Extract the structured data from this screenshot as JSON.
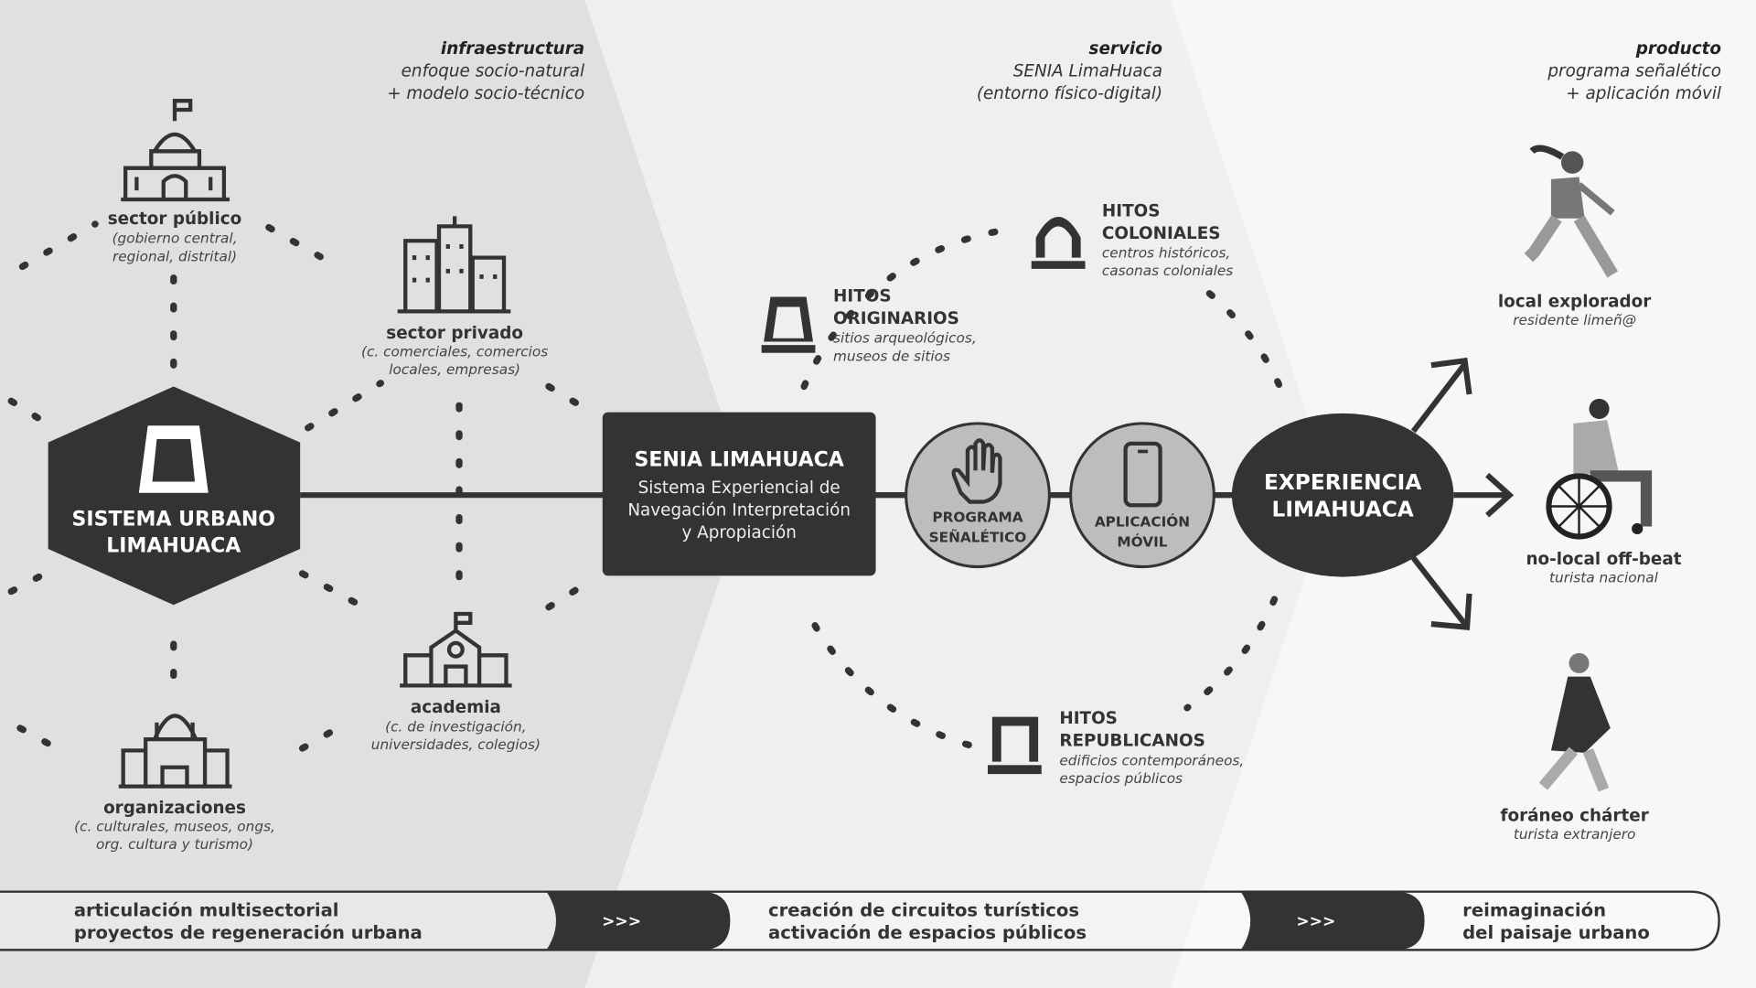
{
  "columns": [
    {
      "title": "infraestructura",
      "lines": [
        "enfoque socio-natural",
        "+ modelo socio-técnico"
      ]
    },
    {
      "title": "servicio",
      "lines": [
        "SENIA LimaHuaca",
        "(entorno físico-digital)"
      ]
    },
    {
      "title": "producto",
      "lines": [
        "programa señalético",
        "+ aplicación móvil"
      ]
    }
  ],
  "actors": [
    {
      "name": "sector público",
      "desc": [
        "(gobierno central,",
        "regional, distrital)"
      ]
    },
    {
      "name": "sector privado",
      "desc": [
        "(c. comerciales, comercios",
        "locales, empresas)"
      ]
    },
    {
      "name": "academia",
      "desc": [
        "(c. de investigación,",
        "universidades, colegios)"
      ]
    },
    {
      "name": "organizaciones",
      "desc": [
        "(c. culturales, museos, ongs,",
        "org. cultura y turismo)"
      ]
    }
  ],
  "hub": {
    "lines": [
      "SISTEMA URBANO",
      "LIMAHUACA"
    ]
  },
  "senia": {
    "title": "SENIA LIMAHUACA",
    "lines": [
      "Sistema Experiencial de",
      "Navegación Interpretación",
      "y Apropiación"
    ]
  },
  "nodes": [
    {
      "lines": [
        "PROGRAMA",
        "SEÑALÉTICO"
      ]
    },
    {
      "lines": [
        "APLICACIÓN",
        "MÓVIL"
      ]
    }
  ],
  "experience": {
    "lines": [
      "EXPERIENCIA",
      "LIMAHUACA"
    ]
  },
  "landmarks": [
    {
      "title": [
        "HITOS",
        "ORIGINARIOS"
      ],
      "desc": [
        "sitios arqueológicos,",
        "museos de sitios"
      ]
    },
    {
      "title": [
        "HITOS",
        "COLONIALES"
      ],
      "desc": [
        "centros históricos,",
        "casonas coloniales"
      ]
    },
    {
      "title": [
        "HITOS",
        "REPUBLICANOS"
      ],
      "desc": [
        "edificios contemporáneos,",
        "espacios públicos"
      ]
    }
  ],
  "users": [
    {
      "name": "local explorador",
      "desc": "residente limeñ@"
    },
    {
      "name": "no-local off-beat",
      "desc": "turista nacional"
    },
    {
      "name": "foráneo chárter",
      "desc": "turista extranjero"
    }
  ],
  "bottom_bar": {
    "segments": [
      {
        "lines": [
          "articulación multisectorial",
          "proyectos de regeneración urbana"
        ]
      },
      {
        "lines": [
          "creación de circuitos turísticos",
          "activación de espacios públicos"
        ]
      },
      {
        "lines": [
          "reimaginación",
          "del paisaje urbano"
        ]
      }
    ],
    "separator": ">>>"
  },
  "colors": {
    "dark": "#333333",
    "zone1": "#e0e0e0",
    "zone2": "#efefef",
    "zone3": "#f7f7f7",
    "node": "#bdbdbd"
  }
}
